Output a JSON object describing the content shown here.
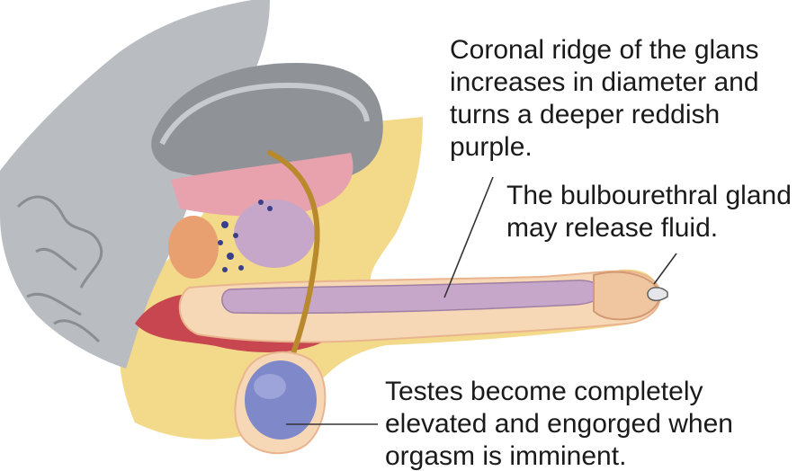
{
  "labels": {
    "coronal_ridge": [
      "Coronal ridge of the glans",
      "increases in diameter and",
      "turns a deeper reddish",
      "purple."
    ],
    "bulbourethral": [
      "The bulbourethral gland",
      "may release fluid."
    ],
    "testes": [
      "Testes become completely",
      "elevated and engorged when",
      "orgasm is imminent."
    ]
  },
  "colors": {
    "fat_tissue": "#f3d98a",
    "rectum_gray": "#b9bcc0",
    "bladder_gray": "#8f9397",
    "pink_tissue": "#e7a2ad",
    "red_muscle": "#c8464f",
    "shaft_skin": "#f6d7b6",
    "corpus": "#c6a6c9",
    "testis_blue": "#7f88c9",
    "prostate": "#e9a070",
    "vas": "#b98a2d",
    "leader_line": "#333333"
  }
}
